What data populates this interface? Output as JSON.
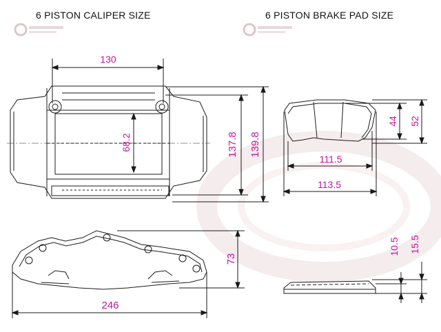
{
  "titles": {
    "caliper": "6 PISTON CALIPER SIZE",
    "brake_pad": "6 PISTON BRAKE PAD SIZE"
  },
  "dimensions": {
    "caliper_width_top": "130",
    "caliper_piston_height": "68.2",
    "caliper_height_inner": "137.8",
    "caliper_height_outer": "139.8",
    "caliper_length": "246",
    "caliper_side_height": "73",
    "pad_inner_height": "44",
    "pad_outer_height": "52",
    "pad_inner_width": "111.5",
    "pad_outer_width": "113.5",
    "pad_thickness_inner": "10.5",
    "pad_thickness_outer": "15.5"
  },
  "colors": {
    "dimension_text": "#c8139e",
    "line": "#1a1a1a",
    "watermark": "#e8c8cc"
  }
}
